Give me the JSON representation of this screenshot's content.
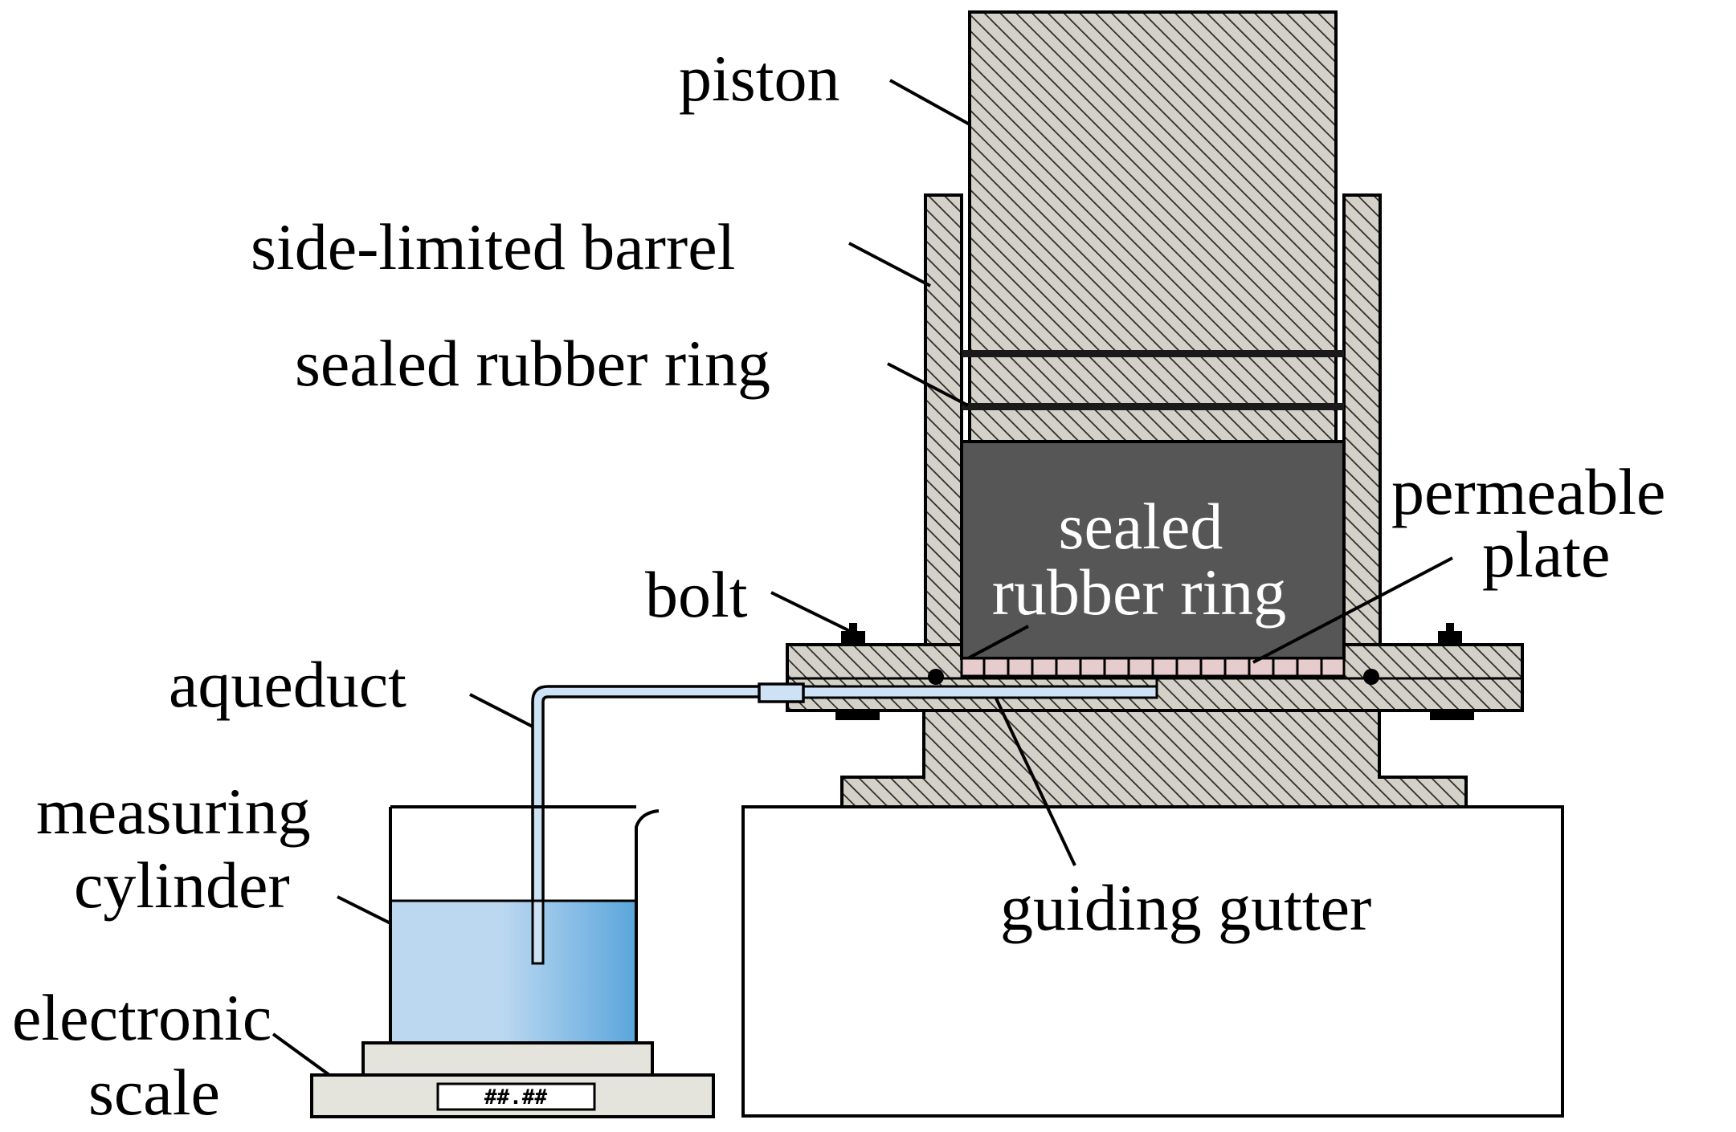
{
  "labels": {
    "piston": "piston",
    "side_limited_barrel": "side-limited barrel",
    "sealed_rubber_ring_top": "sealed rubber ring",
    "sealed_inner_line1": "sealed",
    "sealed_inner_line2": "rubber ring",
    "permeable_line1": "permeable",
    "permeable_line2": "plate",
    "bolt": "bolt",
    "aqueduct": "aqueduct",
    "measuring_line1": "measuring",
    "measuring_line2": "cylinder",
    "electronic_line1": "electronic",
    "electronic_line2": "scale",
    "guiding_gutter": "guiding gutter"
  },
  "scale_display": "##.##",
  "colors": {
    "hatch_fill": "#d4d2c8",
    "sample": "#565656",
    "water_light": "#bcd8f1",
    "water_dark": "#5aa6dc",
    "tube": "#cde3f5",
    "plate": "#e6cccc",
    "scale_body": "#e4e4dc"
  }
}
